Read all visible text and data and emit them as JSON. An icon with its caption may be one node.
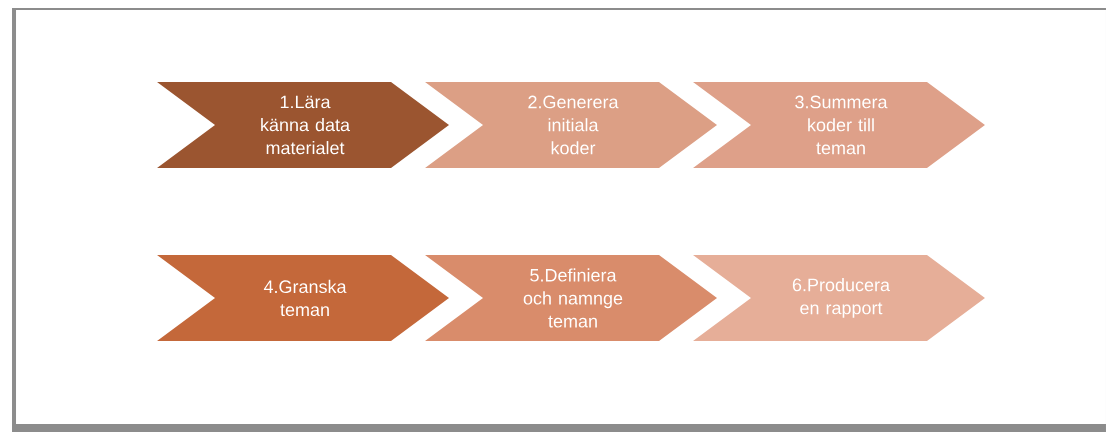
{
  "diagram": {
    "nodes": [
      {
        "text": [
          "1.Lära känna data materialet"
        ]
      },
      {
        "text": [
          "2.Generera initiala koder"
        ]
      },
      {
        "text": [
          "3.Summera koder till teman"
        ]
      },
      {
        "text": [
          "4.Granska teman"
        ]
      },
      {
        "text": [
          "5.Definiera och namnge teman"
        ]
      },
      {
        "text": [
          "6.Producera en rapport"
        ]
      }
    ]
  }
}
